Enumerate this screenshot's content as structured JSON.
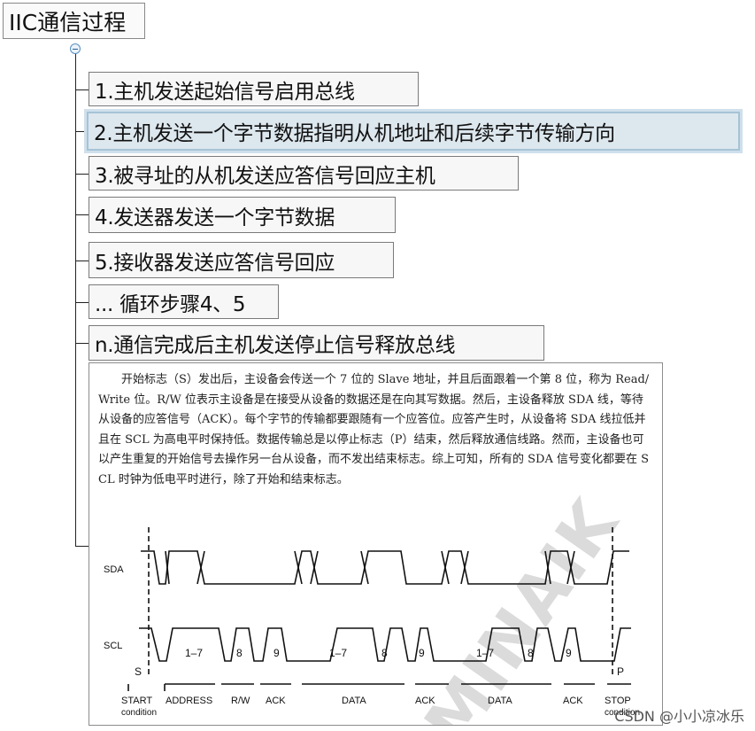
{
  "root": {
    "title": "IIC通信过程"
  },
  "steps": [
    "1.主机发送起始信号启用总线",
    "2.主机发送一个字节数据指明从机地址和后续字节传输方向",
    "3.被寻址的从机发送应答信号回应主机",
    "4.发送器发送一个字节数据",
    "5.接收器发送应答信号回应",
    "... 循环步骤4、5",
    "n.通信完成后主机发送停止信号释放总线"
  ],
  "image": {
    "paragraph": "开始标志（S）发出后，主设备会传送一个 7 位的 Slave 地址，并且后面跟着一个第 8 位，称为 Read/Write 位。R/W 位表示主设备是在接受从设备的数据还是在向其写数据。然后，主设备释放 SDA 线，等待从设备的应答信号（ACK）。每个字节的传输都要跟随有一个应答位。应答产生时，从设备将 SDA 线拉低并且在 SCL 为高电平时保持低。数据传输总是以停止标志（P）结束，然后释放通信线路。然而，主设备也可以产生重复的开始信号去操作另一台从设备，而不发出结束标志。综上可知，所有的 SDA 信号变化都要在 SCL 时钟为低电平时进行，除了开始和结束标志。",
    "sda_label": "SDA",
    "scl_label": "SCL",
    "pulse_labels": [
      "1–7",
      "8",
      "9",
      "1–7",
      "8",
      "9",
      "1–7",
      "8",
      "9"
    ],
    "s_label": "S",
    "p_label": "P",
    "bottom_labels": [
      "START",
      "condition",
      "ADDRESS",
      "R/W",
      "ACK",
      "DATA",
      "ACK",
      "DATA",
      "ACK",
      "STOP",
      "condition"
    ],
    "watermark": "MINAIK"
  },
  "credit": "CSDN @小小凉冰乐"
}
